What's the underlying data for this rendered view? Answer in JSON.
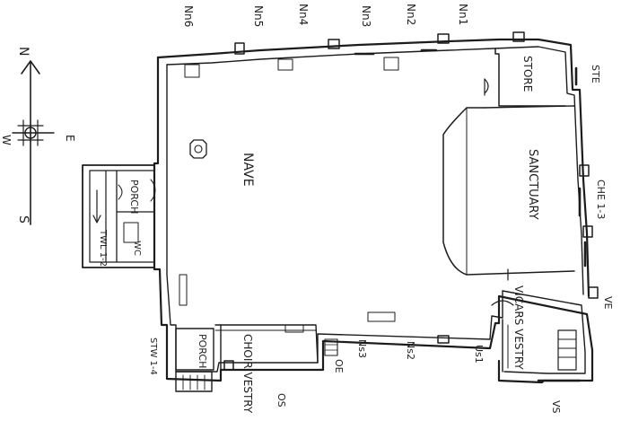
{
  "compass": {
    "north": "N",
    "south": "S",
    "east": "E",
    "west": "W"
  },
  "rooms": {
    "nave": "NAVE",
    "sanctuary": "SANCTUARY",
    "store": "STORE",
    "vicars_vestry": "VICARS VESTRY",
    "choir_vestry": "CHOIR VESTRY",
    "porch_north": "PORCH",
    "porch_south": "PORCH",
    "wc": "WC",
    "twl": "TWL 1-2"
  },
  "window_labels": {
    "north": [
      "Nn6",
      "Nn5",
      "Nn4",
      "Nn3",
      "Nn2",
      "Nn1"
    ],
    "east": [
      "STE",
      "CHE 1-3",
      "VE"
    ],
    "south": [
      "VS",
      "Us1",
      "Ns2",
      "Ns3",
      "OE",
      "OS",
      "STW 1-4"
    ]
  }
}
